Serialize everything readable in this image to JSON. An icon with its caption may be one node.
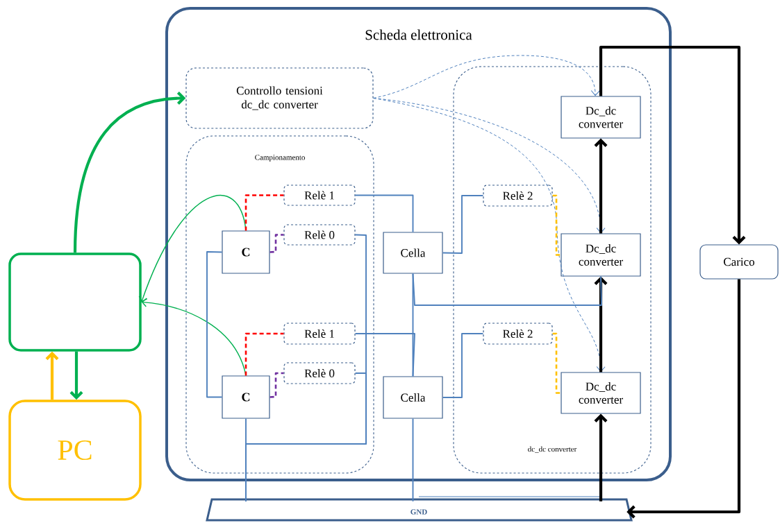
{
  "diagram": {
    "nodes": [
      {
        "text": [
          "Scheda elettronica"
        ]
      },
      {
        "text": [],
        "shape": "box"
      },
      {
        "text": [
          "PC"
        ]
      },
      {
        "text": [
          "Controllo tensioni dc_dc converter"
        ],
        "in": 0
      },
      {
        "text": [
          "Campionamento"
        ],
        "in": 0
      },
      {
        "text": [
          "dc_dc converter"
        ],
        "in": 0
      },
      {
        "text": [
          "Dc_dc converter"
        ],
        "in": 5
      },
      {
        "text": [
          "Relè 1"
        ],
        "in": 4
      },
      {
        "text": [
          "Relè 2"
        ],
        "in": 5
      },
      {
        "text": [
          "C"
        ],
        "in": 4
      },
      {
        "text": [
          "Relè 0"
        ],
        "in": 4
      },
      {
        "text": [
          "Cella"
        ],
        "in": 0
      },
      {
        "text": [
          "Dc_dc converter"
        ],
        "in": 5
      },
      {
        "text": [
          "Carico"
        ]
      },
      {
        "text": [
          "Relè 1"
        ],
        "in": 4
      },
      {
        "text": [
          "Relè 2"
        ],
        "in": 5
      },
      {
        "text": [
          "C"
        ],
        "in": 4
      },
      {
        "text": [
          "Relè 0"
        ],
        "in": 4
      },
      {
        "text": [
          "Cella"
        ],
        "in": 0
      },
      {
        "text": [
          "Dc_dc converter"
        ],
        "in": 5
      },
      {
        "text": [
          "GND"
        ]
      }
    ],
    "edges": [
      {
        "from": 1,
        "to": 3,
        "arrow": "to",
        "style": "thick",
        "color": "#00b050"
      },
      {
        "from": 2,
        "to": 1,
        "arrow": "to",
        "style": "thick",
        "color": "#ffc000"
      },
      {
        "from": 1,
        "to": 2,
        "arrow": "to",
        "style": "thick",
        "color": "#00b050"
      },
      {
        "from": 9,
        "to": 1,
        "arrow": "to",
        "color": "#00b050"
      },
      {
        "from": 16,
        "to": 1,
        "arrow": "to",
        "color": "#00b050"
      },
      {
        "from": 3,
        "to": 6,
        "arrow": "to",
        "style": "dashed"
      },
      {
        "from": 3,
        "to": 12,
        "arrow": "to",
        "style": "dashed"
      },
      {
        "from": 3,
        "to": 19,
        "arrow": "to",
        "style": "dashed"
      },
      {
        "from": 6,
        "to": 13,
        "arrow": "to",
        "style": "thick",
        "color": "#000000"
      },
      {
        "from": 12,
        "to": 6,
        "arrow": "to",
        "style": "thick",
        "color": "#000000"
      },
      {
        "from": 19,
        "to": 12,
        "arrow": "to",
        "style": "thick",
        "color": "#000000"
      },
      {
        "from": 13,
        "to": 20,
        "arrow": "to",
        "style": "thick",
        "color": "#000000"
      },
      {
        "from": 20,
        "to": 19,
        "arrow": "to",
        "style": "thick",
        "color": "#000000"
      },
      {
        "from": 9,
        "to": 7,
        "arrow": "none",
        "style": "dashed",
        "color": "#ff0000"
      },
      {
        "from": 9,
        "to": 10,
        "arrow": "none",
        "style": "dashed",
        "color": "#7030a0"
      },
      {
        "from": 16,
        "to": 14,
        "arrow": "none",
        "style": "dashed",
        "color": "#ff0000"
      },
      {
        "from": 16,
        "to": 17,
        "arrow": "none",
        "style": "dashed",
        "color": "#7030a0"
      },
      {
        "from": 8,
        "to": 12,
        "arrow": "none",
        "style": "dashed",
        "color": "#ffc000"
      },
      {
        "from": 15,
        "to": 19,
        "arrow": "none",
        "style": "dashed",
        "color": "#ffc000"
      },
      {
        "from": 7,
        "to": 11,
        "arrow": "none"
      },
      {
        "from": 11,
        "to": 8,
        "arrow": "none"
      },
      {
        "from": 18,
        "to": 15,
        "arrow": "none"
      },
      {
        "from": 11,
        "to": 18,
        "arrow": "none"
      },
      {
        "from": 14,
        "to": 18,
        "arrow": "none"
      },
      {
        "from": 11,
        "to": 12,
        "arrow": "none"
      },
      {
        "from": 9,
        "to": 16,
        "arrow": "none"
      },
      {
        "from": 16,
        "to": 20,
        "arrow": "none"
      },
      {
        "from": 10,
        "to": 20,
        "arrow": "none"
      },
      {
        "from": 17,
        "to": 20,
        "arrow": "none"
      },
      {
        "from": 18,
        "to": 20,
        "arrow": "none"
      }
    ]
  }
}
